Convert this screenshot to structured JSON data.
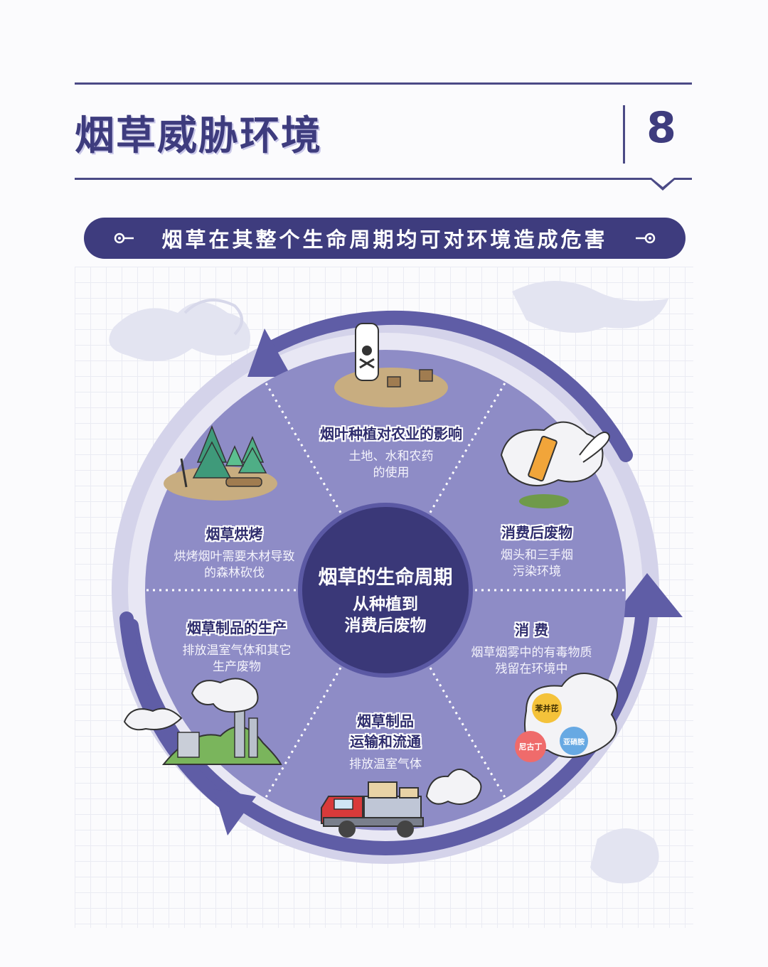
{
  "header": {
    "title": "烟草威胁环境",
    "page_number": "8"
  },
  "banner": {
    "text": "烟草在其整个生命周期均可对环境造成危害"
  },
  "center": {
    "title": "烟草的生命周期",
    "subtitle_line1": "从种植到",
    "subtitle_line2": "消费后废物"
  },
  "segments": [
    {
      "heading": "烟叶种植对农业的影响",
      "desc_line1": "土地、水和农药",
      "desc_line2": "的使用"
    },
    {
      "heading": "消费后废物",
      "desc_line1": "烟头和三手烟",
      "desc_line2": "污染环境"
    },
    {
      "heading": "消 费",
      "desc_line1": "烟草烟雾中的有毒物质",
      "desc_line2": "残留在环境中"
    },
    {
      "heading_line1": "烟草制品",
      "heading_line2": "运输和流通",
      "desc_line1": "排放温室气体"
    },
    {
      "heading": "烟草制品的生产",
      "desc_line1": "排放温室气体和其它",
      "desc_line2": "生产废物"
    },
    {
      "heading": "烟草烘烤",
      "desc_line1": "烘烤烟叶需要木材导致",
      "desc_line2": "的森林砍伐"
    }
  ],
  "chemicals": [
    "苯并芘",
    "尼古丁",
    "亚硝胺"
  ],
  "colors": {
    "primary": "#3e3c7e",
    "disk": "#8e8cc6",
    "ring": "#c5c3e3",
    "arrow": "#5f5da6"
  }
}
